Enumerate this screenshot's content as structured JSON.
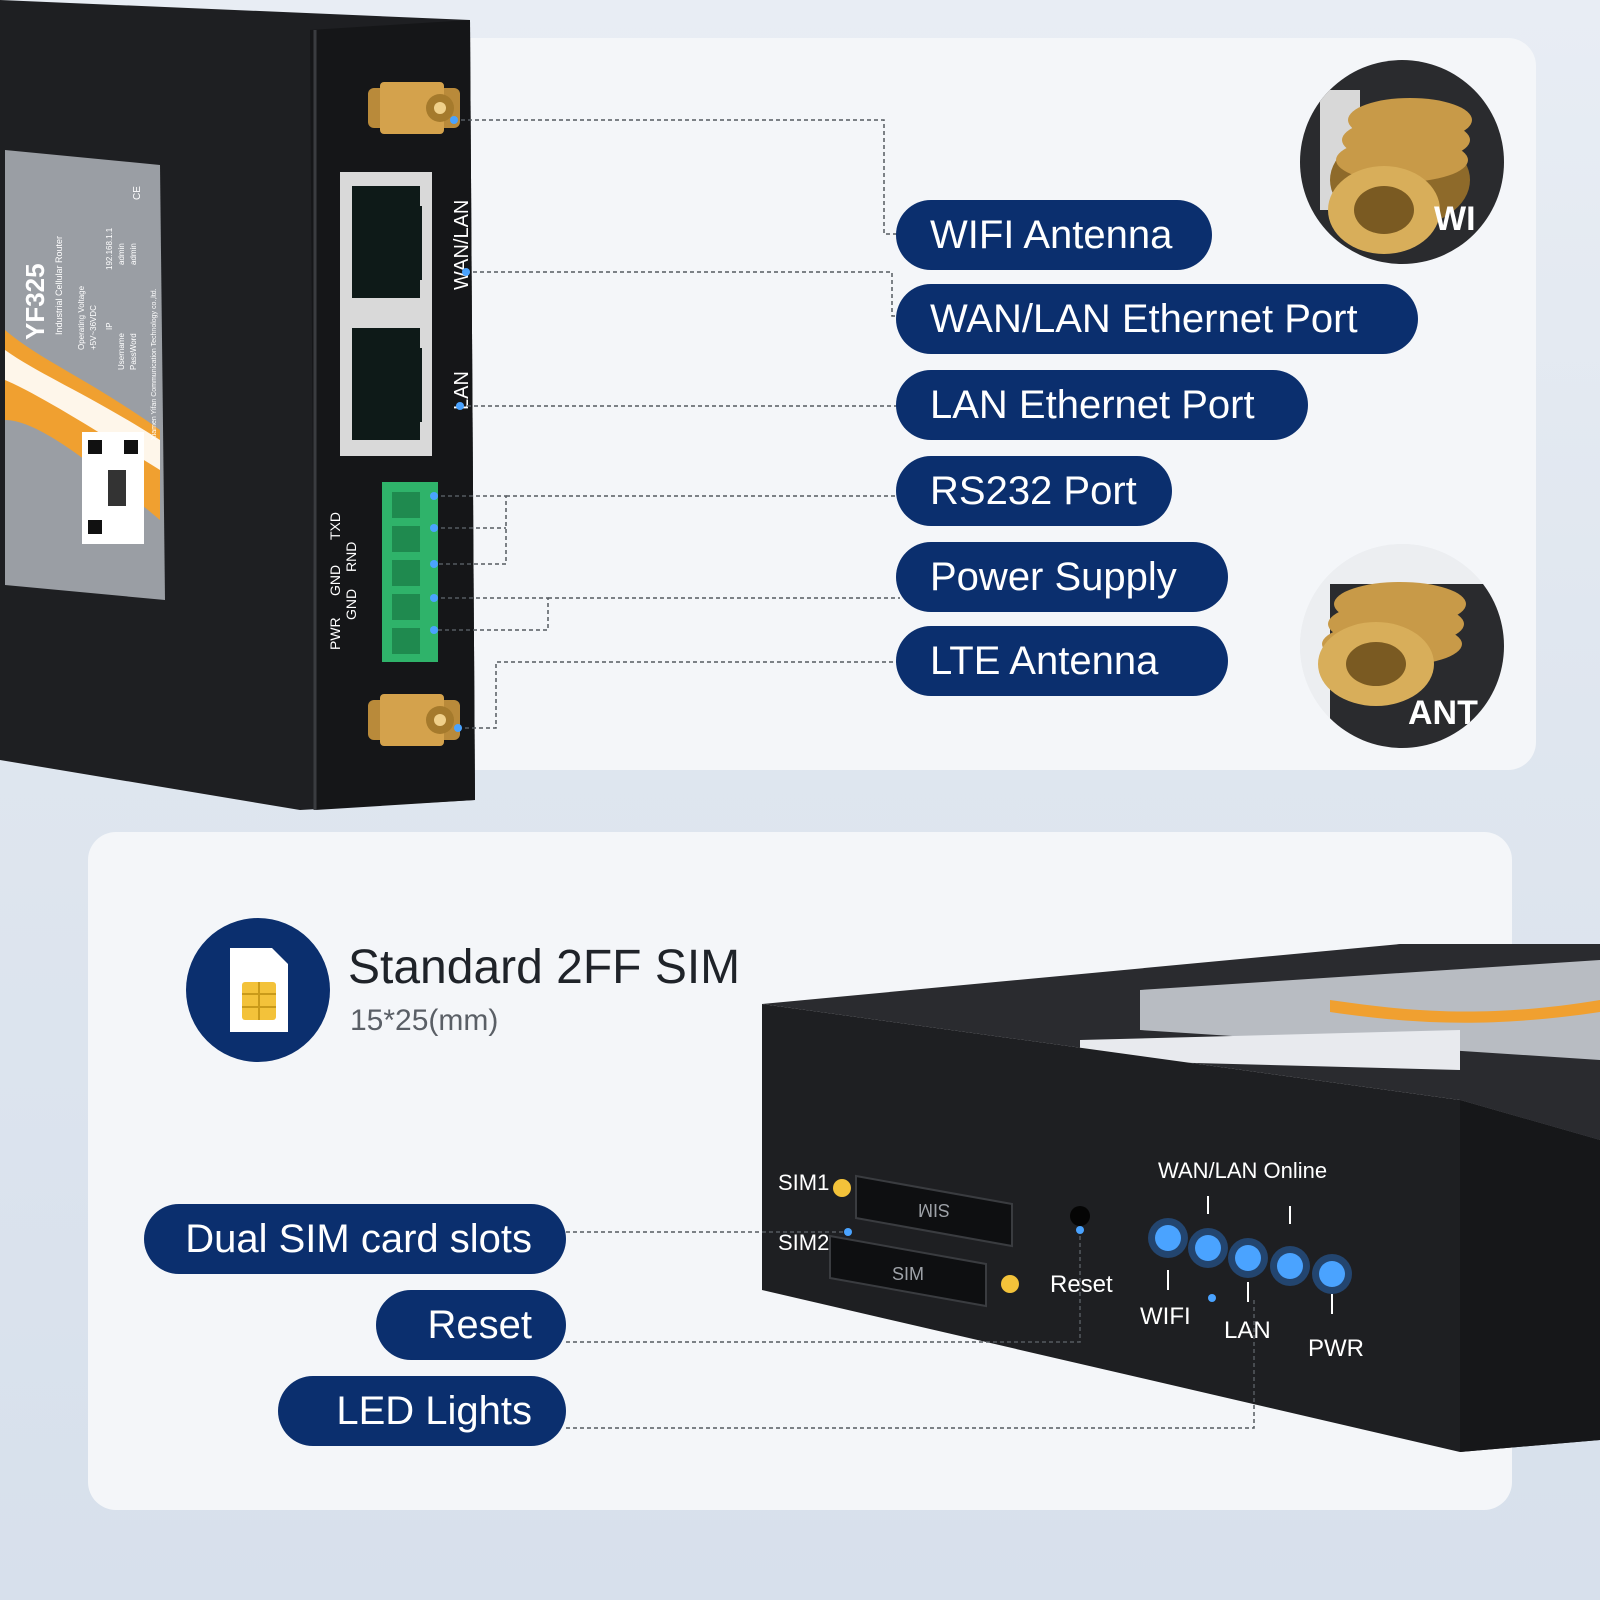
{
  "device_label": {
    "model": "YF325",
    "subtitle": "Industrial Cellular Router",
    "voltage_label": "Operating Voltage",
    "voltage_value": "+5V~36VDC",
    "ip_label": "IP",
    "ip_value": "192.168.1.1",
    "username_label": "Username",
    "username_value": "admin",
    "password_label": "PassWord",
    "password_value": "admin",
    "maker": "Xiamen Yifan Communication Technology co.,ltd.",
    "cert_mark": "CE"
  },
  "side_port_labels": {
    "wan_lan": "WAN/LAN",
    "lan": "LAN",
    "txd": "TXD",
    "rnd": "RND",
    "gnd1": "GND",
    "gnd2": "GND",
    "pwr": "PWR"
  },
  "callouts_top": [
    {
      "id": "wifi-antenna",
      "label": "WIFI Antenna"
    },
    {
      "id": "wan-lan-port",
      "label": "WAN/LAN Ethernet Port"
    },
    {
      "id": "lan-port",
      "label": "LAN Ethernet Port"
    },
    {
      "id": "rs232-port",
      "label": "RS232 Port"
    },
    {
      "id": "power-supply",
      "label": "Power Supply"
    },
    {
      "id": "lte-antenna",
      "label": "LTE Antenna"
    }
  ],
  "zoom_captions": {
    "wifi": "WI",
    "ant": "ANT"
  },
  "sim_info": {
    "title": "Standard 2FF SIM",
    "size": "15*25(mm)"
  },
  "callouts_bottom": [
    {
      "id": "dual-sim",
      "label": "Dual SIM card slots"
    },
    {
      "id": "reset",
      "label": "Reset"
    },
    {
      "id": "led-lights",
      "label": "LED Lights"
    }
  ],
  "front_panel": {
    "sim1": "SIM1",
    "sim2": "SIM2",
    "sim_slot_text": "SIM",
    "reset": "Reset",
    "wan_lan_online": "WAN/LAN Online",
    "wifi": "WIFI",
    "lan": "LAN",
    "pwr": "PWR"
  },
  "colors": {
    "pill_navy": "#0b2f6e",
    "device_black": "#1e1f22",
    "connector_green": "#2fb36a",
    "led_blue": "#2f8cff",
    "accent_orange": "#f0a030"
  }
}
